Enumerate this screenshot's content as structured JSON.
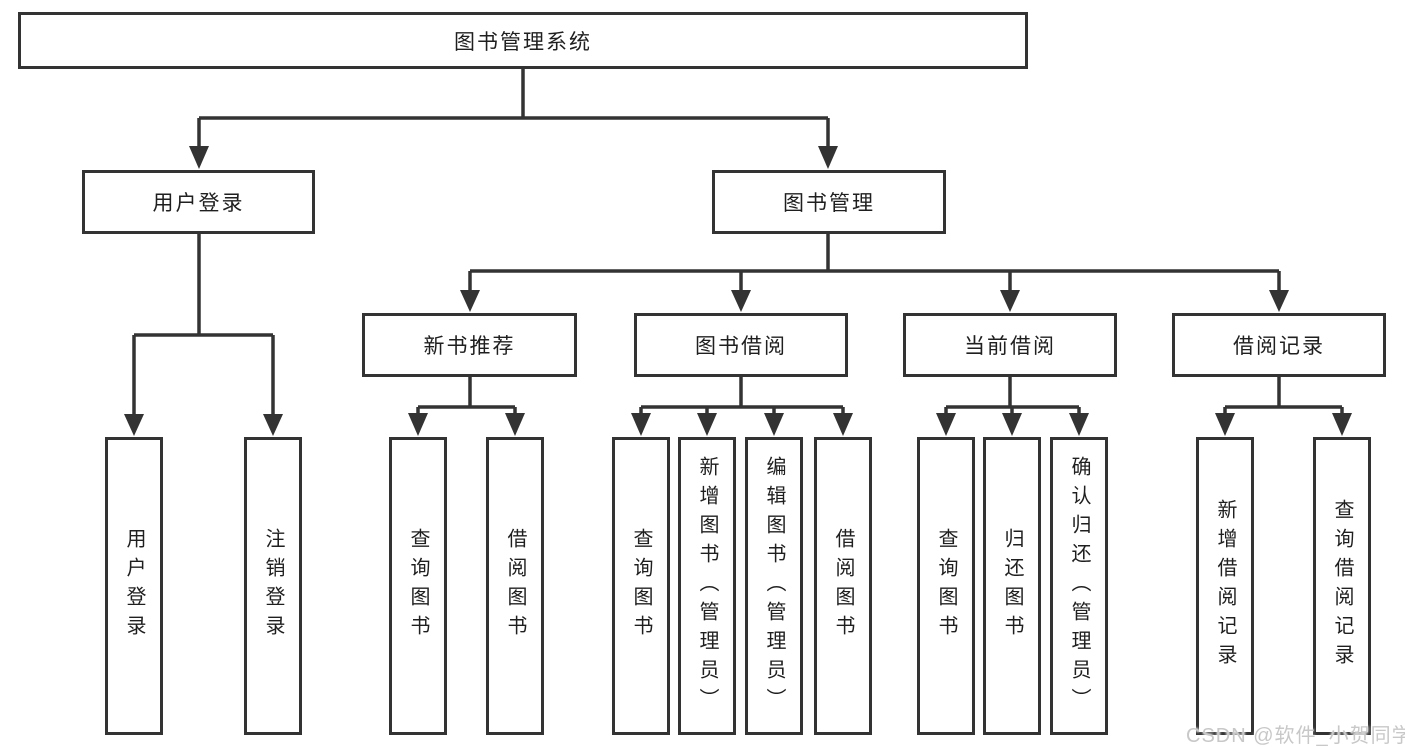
{
  "diagram": {
    "root": {
      "label": "图书管理系统"
    },
    "branches": [
      {
        "label": "用户登录",
        "children": [
          "用户登录",
          "注销登录"
        ]
      },
      {
        "label": "图书管理",
        "sections": [
          {
            "label": "新书推荐",
            "children": [
              "查询图书",
              "借阅图书"
            ]
          },
          {
            "label": "图书借阅",
            "children": [
              "查询图书",
              "新增图书（管理员）",
              "编辑图书（管理员）",
              "借阅图书"
            ]
          },
          {
            "label": "当前借阅",
            "children": [
              "查询图书",
              "归还图书",
              "确认归还（管理员）"
            ]
          },
          {
            "label": "借阅记录",
            "children": [
              "新增借阅记录",
              "查询借阅记录"
            ]
          }
        ]
      }
    ],
    "colors": {
      "line": "#333333",
      "box_border": "#333333",
      "text": "#1f1f1f",
      "background": "#ffffff",
      "watermark": "#c8c8c8"
    }
  },
  "watermark": {
    "text": "CSDN @软件_小贺同学"
  }
}
